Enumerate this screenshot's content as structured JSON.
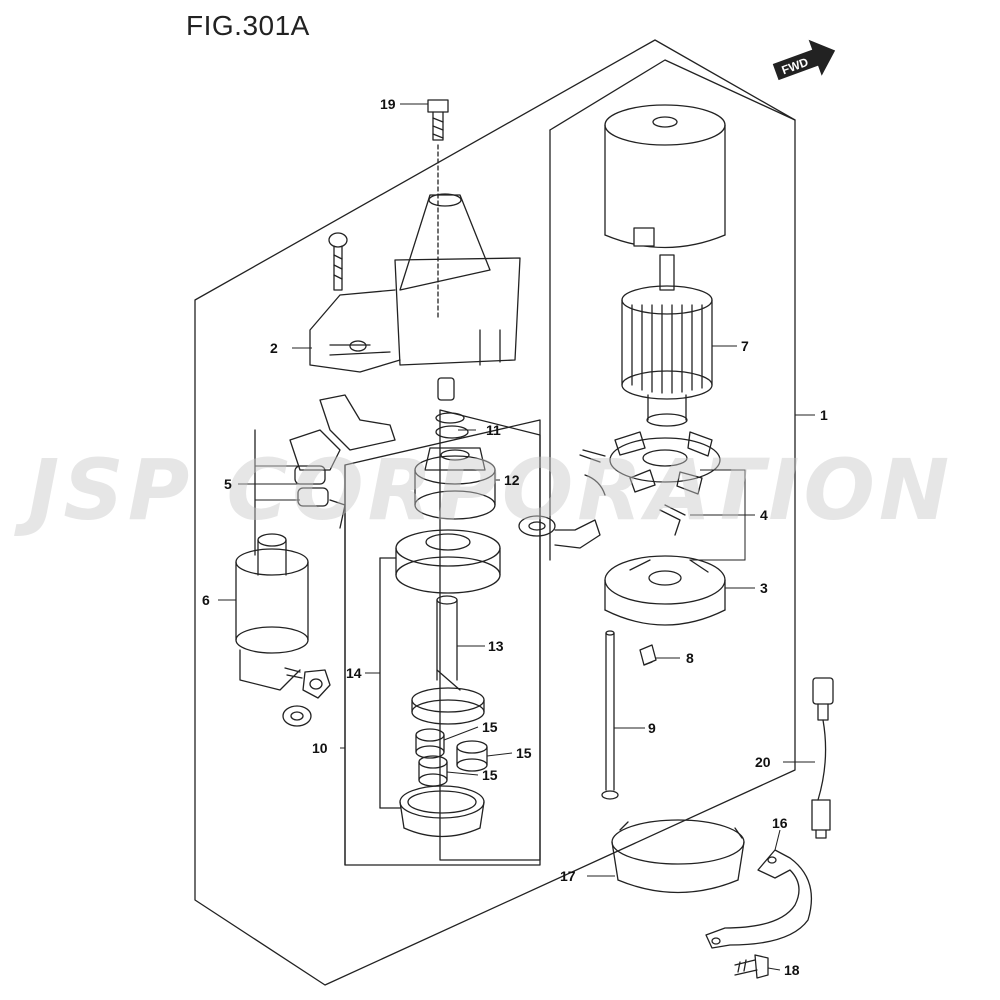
{
  "figure": {
    "title": "FIG.301A"
  },
  "watermark": "JSP CORPORATION",
  "fwd_label": "FWD",
  "callouts": [
    {
      "id": "1",
      "text": "1"
    },
    {
      "id": "2",
      "text": "2"
    },
    {
      "id": "3",
      "text": "3"
    },
    {
      "id": "4",
      "text": "4"
    },
    {
      "id": "5",
      "text": "5"
    },
    {
      "id": "6",
      "text": "6"
    },
    {
      "id": "7",
      "text": "7"
    },
    {
      "id": "8",
      "text": "8"
    },
    {
      "id": "9",
      "text": "9"
    },
    {
      "id": "10",
      "text": "10"
    },
    {
      "id": "11",
      "text": "11"
    },
    {
      "id": "12",
      "text": "12"
    },
    {
      "id": "13",
      "text": "13"
    },
    {
      "id": "14",
      "text": "14"
    },
    {
      "id": "15a",
      "text": "15"
    },
    {
      "id": "15b",
      "text": "15"
    },
    {
      "id": "15c",
      "text": "15"
    },
    {
      "id": "16",
      "text": "16"
    },
    {
      "id": "17",
      "text": "17"
    },
    {
      "id": "18",
      "text": "18"
    },
    {
      "id": "19",
      "text": "19"
    },
    {
      "id": "20",
      "text": "20"
    }
  ]
}
